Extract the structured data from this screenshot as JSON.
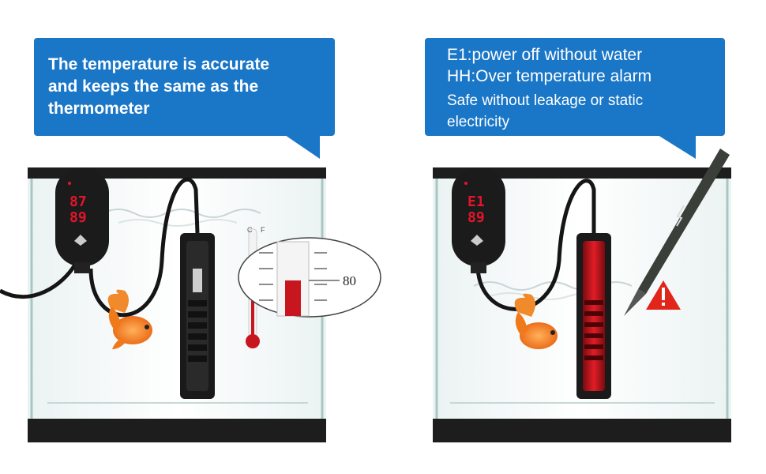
{
  "left_callout": {
    "lines": [
      "The temperature is accurate",
      "and keeps the same as the",
      "thermometer"
    ]
  },
  "right_callout": {
    "error_lines": [
      "E1:power off without water",
      "HH:Over temperature alarm"
    ],
    "safety_lines": [
      "Safe without leakage or static",
      "electricity"
    ]
  },
  "left_controller": {
    "current_reading": "87",
    "set_reading": "89"
  },
  "right_controller": {
    "current_reading": "E1",
    "set_reading": "89"
  },
  "thermometer": {
    "zoom_label": "80",
    "scale_units": [
      "C",
      "F"
    ]
  },
  "colors": {
    "callout_blue": "#1a76c7",
    "heater_red": "#c8161f",
    "fish_orange": "#f07a1a",
    "warning_red": "#e1251b"
  },
  "icons": [
    "fish-icon",
    "warning-icon",
    "water-splash-icon",
    "test-pen-icon",
    "brand-logo-icon"
  ]
}
